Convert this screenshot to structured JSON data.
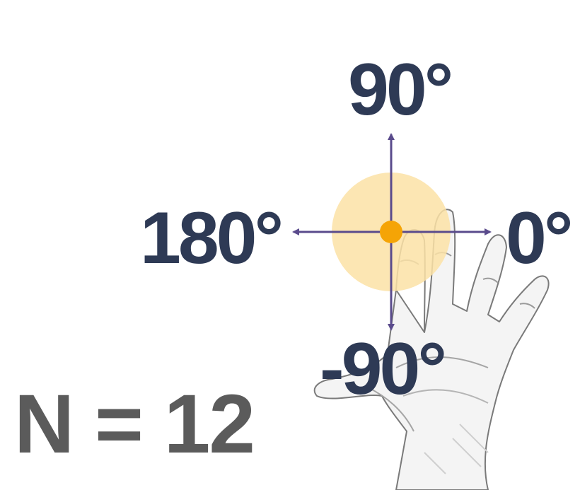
{
  "labels": {
    "up": "90°",
    "left": "180°",
    "right": "0°",
    "down": "-90°",
    "count": "N = 12"
  },
  "colors": {
    "label_text": "#2e3a55",
    "count_text": "#5b5b5b",
    "arrow": "#5a4b8c",
    "halo": "#fbe2a6",
    "center_dot": "#f5a406",
    "hand_outline": "#7a7a7a",
    "hand_shade": "#d9d9d9"
  },
  "icons": {
    "hand": "open-hand-sketch",
    "direction": "four-way-arrow"
  }
}
